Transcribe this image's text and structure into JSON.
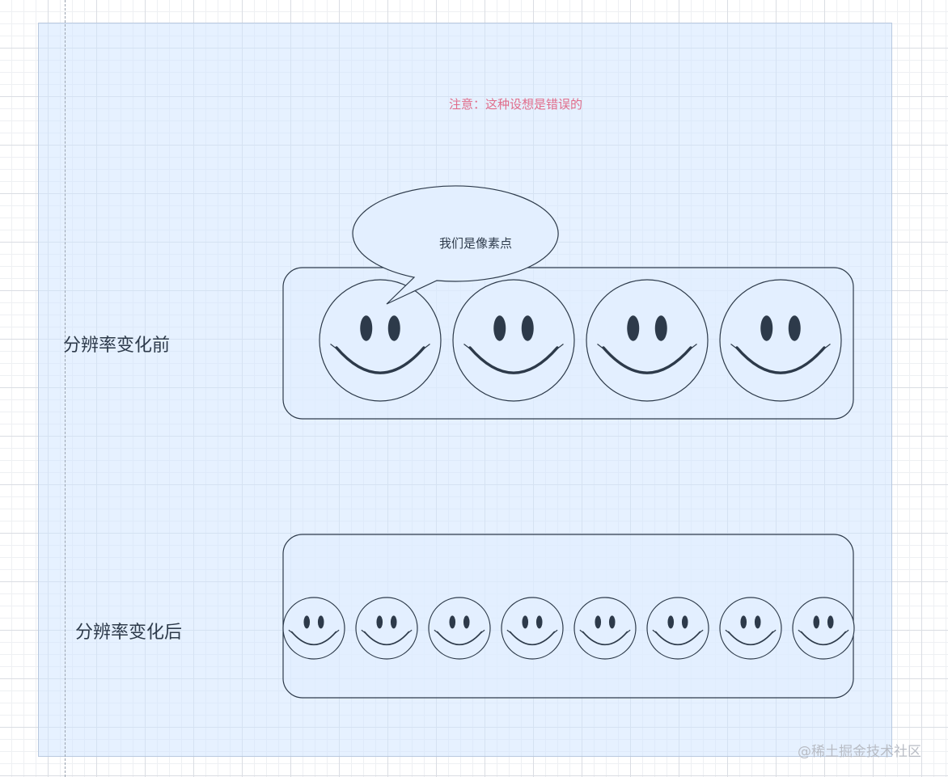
{
  "note": "注意：这种设想是错误的",
  "labels": {
    "before": "分辨率变化前",
    "after": "分辨率变化后"
  },
  "bubble": {
    "text": "我们是像素点"
  },
  "rows": {
    "before_count": 4,
    "after_count": 8
  },
  "watermark": "@稀土掘金技术社区",
  "colors": {
    "background_tint": "#d2e6ff",
    "stroke": "#2d3a4a",
    "note_text": "#e06c8a",
    "watermark": "#b8bcc4"
  },
  "icons": [
    "smiley-face-icon",
    "speech-bubble-icon"
  ]
}
